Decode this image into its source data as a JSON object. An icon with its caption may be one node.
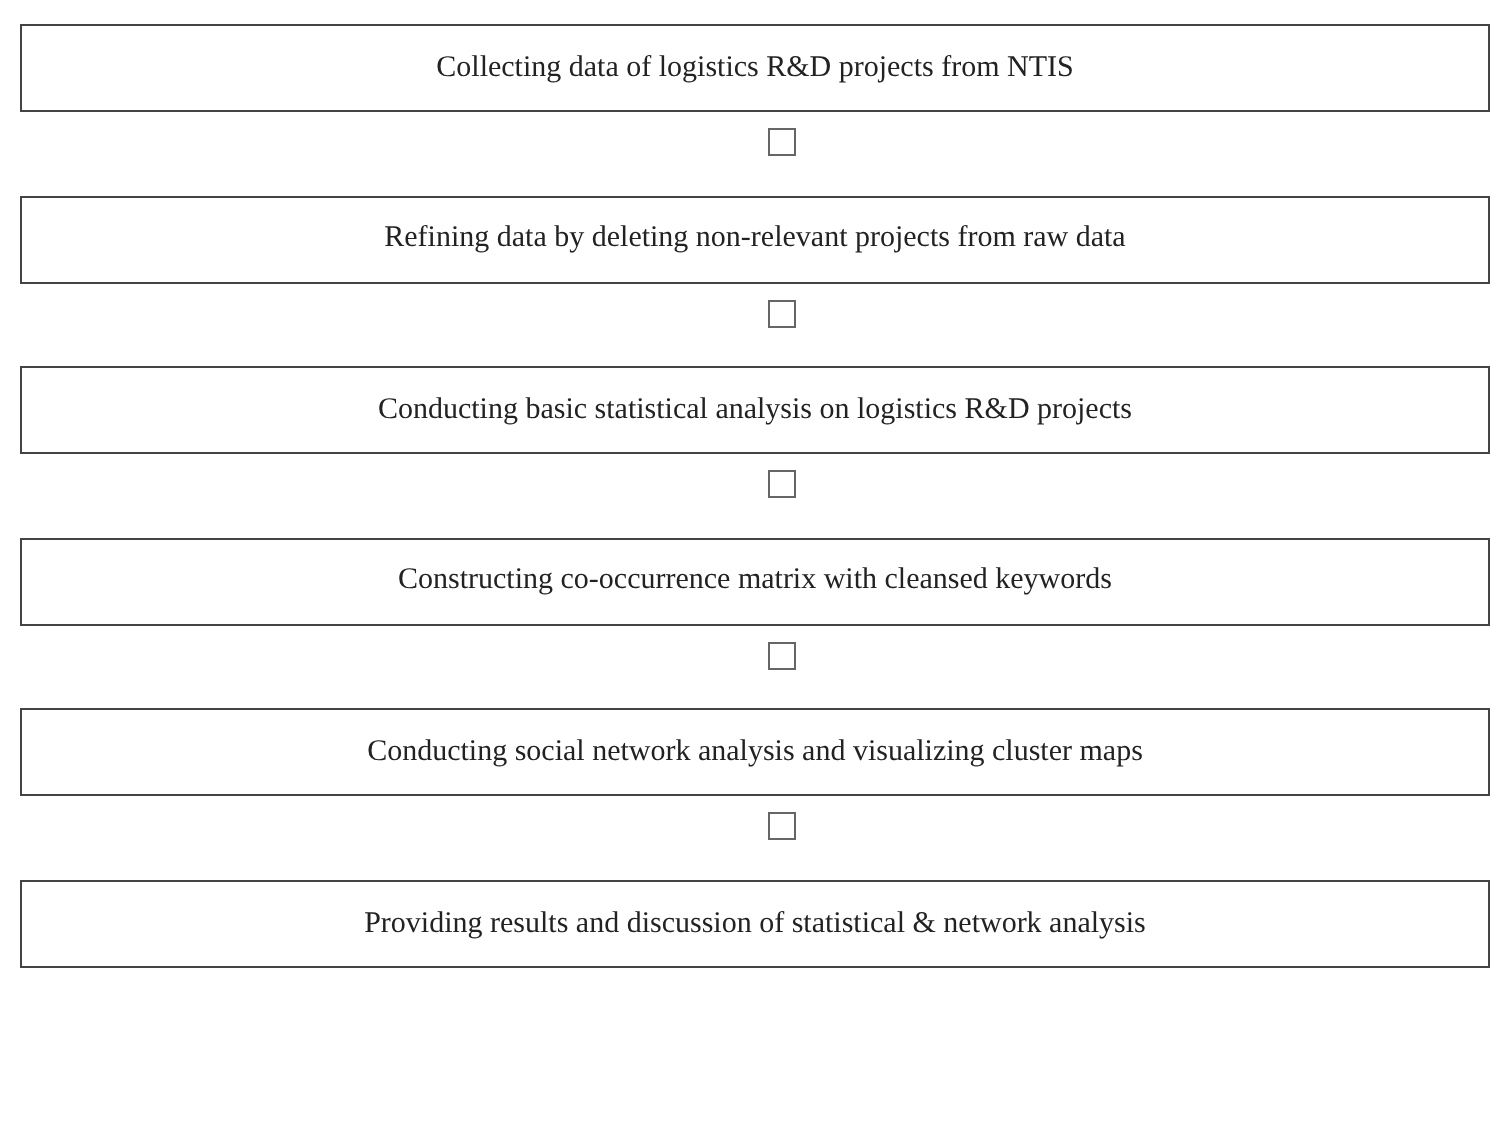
{
  "diagram": {
    "nodes": [
      {
        "text": [
          "Collecting data of logistics R&D projects from NTIS"
        ]
      },
      {
        "text": [],
        "shape": "box"
      },
      {
        "text": [
          "Refining data by deleting non-relevant projects from raw data"
        ]
      },
      {
        "text": [],
        "shape": "box"
      },
      {
        "text": [
          "Conducting basic statistical analysis on logistics R&D projects"
        ]
      },
      {
        "text": [],
        "shape": "box"
      },
      {
        "text": [
          "Constructing co-occurrence matrix with cleansed keywords"
        ]
      },
      {
        "text": [],
        "shape": "box"
      },
      {
        "text": [
          "Conducting social network analysis and visualizing cluster maps"
        ]
      },
      {
        "text": [],
        "shape": "box"
      },
      {
        "text": [
          "Providing results and discussion of statistical & network analysis"
        ]
      }
    ]
  }
}
